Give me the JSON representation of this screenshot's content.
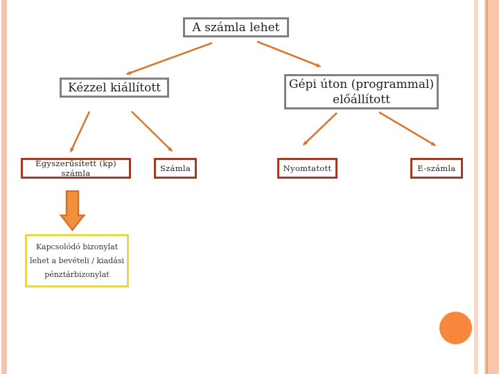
{
  "slide": {
    "diagram": {
      "root": {
        "label": "A számla lehet"
      },
      "branches": {
        "manual": {
          "label": "Kézzel kiállított"
        },
        "machine": {
          "label_line1": "Gépi úton (programmal)",
          "label_line2": "előállított"
        }
      },
      "leaves": {
        "simplified": {
          "label": "Egyszerűsített (kp) számla"
        },
        "szamla": {
          "label": "Számla"
        },
        "printed": {
          "label": "Nyomtatott"
        },
        "einvoice": {
          "label": "E-számla"
        }
      },
      "note": {
        "line1": "Kapcsolódó bizonylat",
        "line2": "lehet a bevételi / kiadási",
        "line3": "pénztárbizonylat"
      }
    },
    "colors": {
      "connector_orange": "#d9772f",
      "gray_box_border": "#808080",
      "dark_red_box_border": "#a23b25",
      "yellow_box_border": "#e9d54f",
      "block_arrow_fill": "#f2913d",
      "block_arrow_stroke": "#d96e28",
      "circle_orange": "#f6873b",
      "side_stripe_peach": "#f6c4aa",
      "text": "#1f1f1f"
    }
  }
}
